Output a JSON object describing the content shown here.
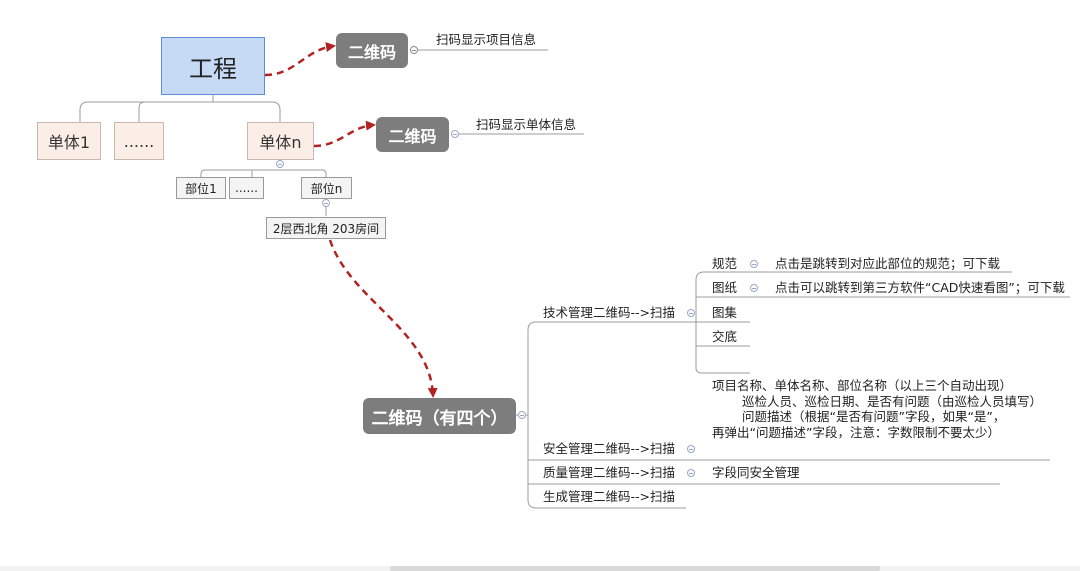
{
  "root": {
    "label": "工程"
  },
  "units": [
    {
      "label": "单体1"
    },
    {
      "label": "......"
    },
    {
      "label": "单体n"
    }
  ],
  "parts": [
    {
      "label": "部位1"
    },
    {
      "label": "......"
    },
    {
      "label": "部位n"
    }
  ],
  "room": {
    "label": "2层西北角 203房间"
  },
  "qr_project": {
    "label": "二维码",
    "note": "扫码显示项目信息"
  },
  "qr_unit": {
    "label": "二维码",
    "note": "扫码显示单体信息"
  },
  "qr_main": {
    "label": "二维码（有四个）"
  },
  "branches": {
    "tech": {
      "label": "技术管理二维码-->扫描",
      "children": [
        {
          "label": "规范",
          "note": "点击是跳转到对应此部位的规范；可下载"
        },
        {
          "label": "图纸",
          "note": "点击可以跳转到第三方软件“CAD快速看图”；可下载"
        },
        {
          "label": "图集"
        },
        {
          "label": "交底"
        }
      ]
    },
    "safety": {
      "label": "安全管理二维码-->扫描",
      "notes": [
        "项目名称、单体名称、部位名称（以上三个自动出现）",
        "巡检人员、巡检日期、是否有问题（由巡检人员填写）",
        "问题描述（根据“是否有问题”字段，如果“是”，",
        "再弹出“问题描述”字段，注意：字数限制不要太少）"
      ]
    },
    "quality": {
      "label": "质量管理二维码-->扫描",
      "note": "字段同安全管理"
    },
    "generate": {
      "label": "生成管理二维码-->扫描"
    }
  },
  "colors": {
    "accent_arrow": "#b22222",
    "root_fill": "#c6daf6",
    "qr_fill": "#7d7d7d",
    "unit_fill": "#fbeee6"
  }
}
